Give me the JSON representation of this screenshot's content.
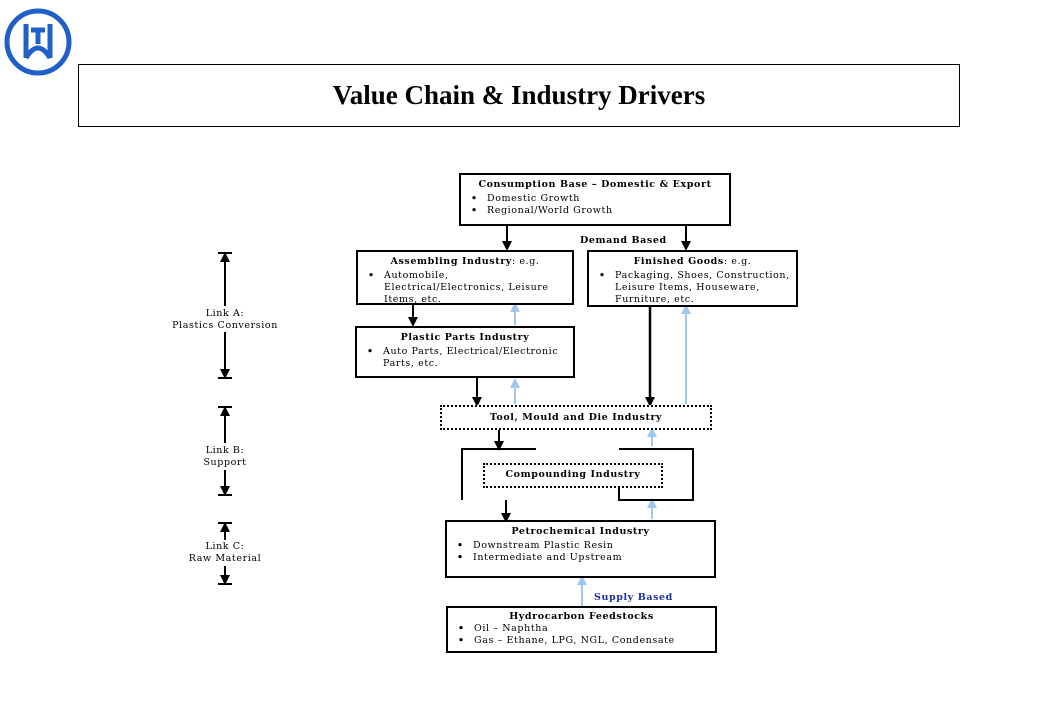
{
  "title": "Value Chain & Industry Drivers",
  "boxes": {
    "consumption": {
      "header": "Consumption Base – Domestic & Export",
      "bullets": [
        "Domestic Growth",
        "Regional/World Growth"
      ]
    },
    "assembling": {
      "header": "Assembling Industry",
      "header_suffix": ": e.g.",
      "bullets": [
        "Automobile, Electrical/Electronics, Leisure Items, etc."
      ]
    },
    "finished": {
      "header": "Finished Goods",
      "header_suffix": ": e.g.",
      "bullets": [
        "Packaging, Shoes, Construction, Leisure Items, Houseware, Furniture, etc."
      ]
    },
    "plastic_parts": {
      "header": "Plastic Parts Industry",
      "bullets": [
        "Auto Parts, Electrical/Electronic Parts, etc."
      ]
    },
    "tool_mould": {
      "header": "Tool, Mould and Die Industry"
    },
    "compounding": {
      "header": "Compounding Industry"
    },
    "petrochemical": {
      "header": "Petrochemical Industry",
      "bullets": [
        "Downstream Plastic Resin",
        "Intermediate and Upstream"
      ]
    },
    "hydrocarbon": {
      "header": "Hydrocarbon Feedstocks",
      "bullets": [
        "Oil – Naphtha",
        "Gas – Ethane, LPG, NGL, Condensate"
      ]
    }
  },
  "labels": {
    "demand_based": "Demand Based",
    "supply_based": "Supply Based",
    "link_a_1": "Link A:",
    "link_a_2": "Plastics Conversion",
    "link_b_1": "Link B:",
    "link_b_2": "Support",
    "link_c_1": "Link C:",
    "link_c_2": "Raw Material"
  },
  "colors": {
    "blue_arrow": "#9ec8ee",
    "black": "#000000",
    "logo_blue": "#1f5fc7",
    "supply_text": "#1a2fa0"
  }
}
